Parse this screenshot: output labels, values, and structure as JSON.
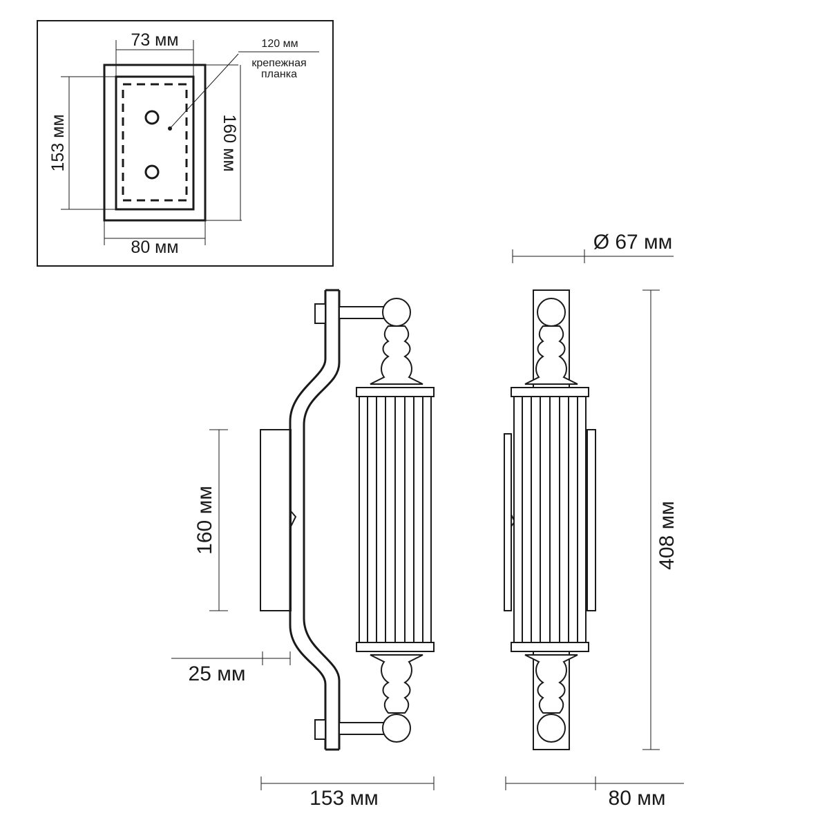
{
  "inset": {
    "dim_top": "73 мм",
    "dim_top_right": "120 мм",
    "note": [
      "крепежная",
      "планка"
    ],
    "dim_left": "153 мм",
    "dim_right": "160 мм",
    "dim_bottom": "80 мм"
  },
  "side_view": {
    "dim_height": "160 мм",
    "dim_offset": "25 мм",
    "dim_width": "153 мм"
  },
  "front_view": {
    "dim_diameter": "Ø 67 мм",
    "dim_height": "408 мм",
    "dim_width": "80 мм"
  }
}
